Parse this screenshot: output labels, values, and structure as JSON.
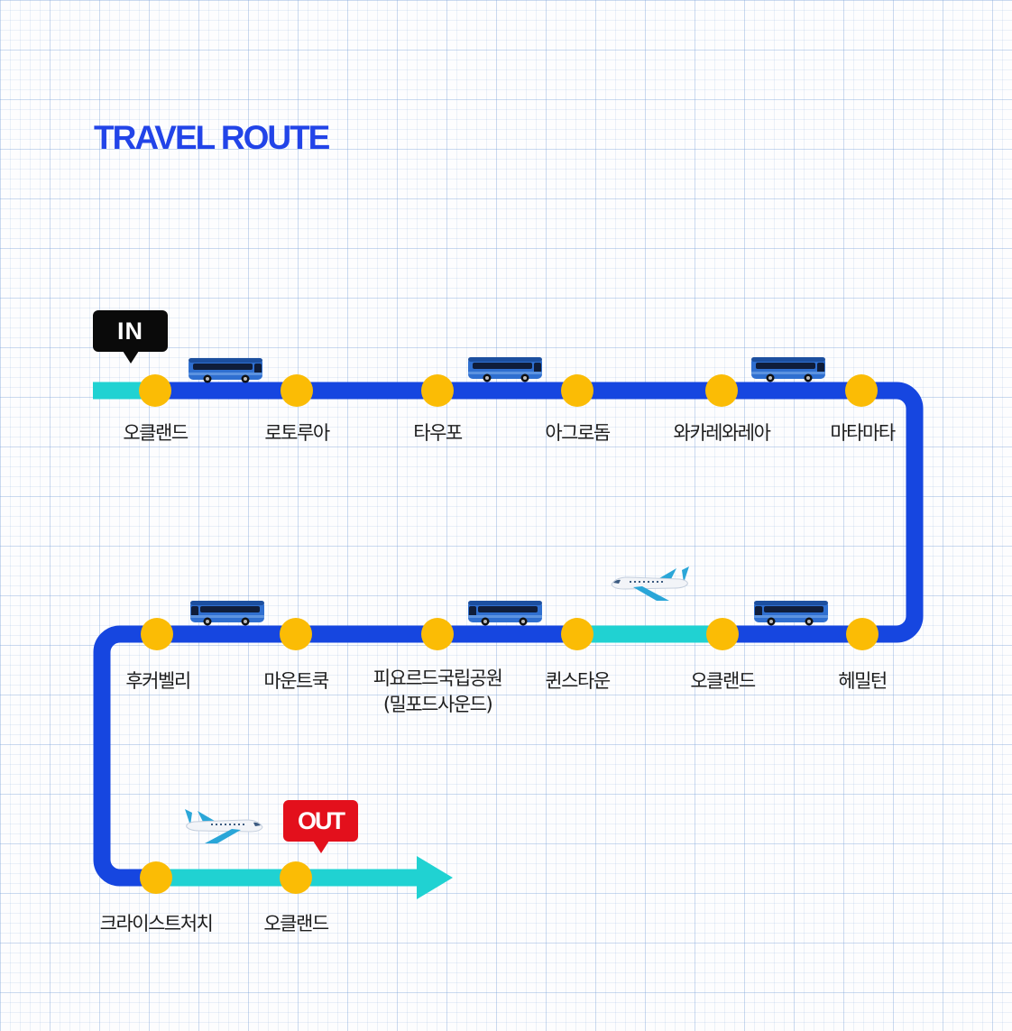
{
  "title": "TRAVEL ROUTE",
  "badges": {
    "in": "IN",
    "out": "OUT"
  },
  "colors": {
    "title": "#2244e8",
    "bus_route": "#1646e0",
    "flight_route": "#20d2d2",
    "stop": "#fbbc05",
    "out_badge": "#e3101c",
    "in_badge": "#0a0a0a"
  },
  "stops": {
    "row1": [
      "오클랜드",
      "로토루아",
      "타우포",
      "아그로돔",
      "와카레와레아",
      "마타마타"
    ],
    "row2": [
      "후커벨리",
      "마운트쿡",
      "피요르드국립공원",
      "(밀포드사운드)",
      "퀸스타운",
      "오클랜드",
      "헤밀턴"
    ],
    "row3": [
      "크라이스트처치",
      "오클랜드"
    ]
  },
  "icons": {
    "bus": "bus-icon",
    "plane": "airplane-icon"
  }
}
